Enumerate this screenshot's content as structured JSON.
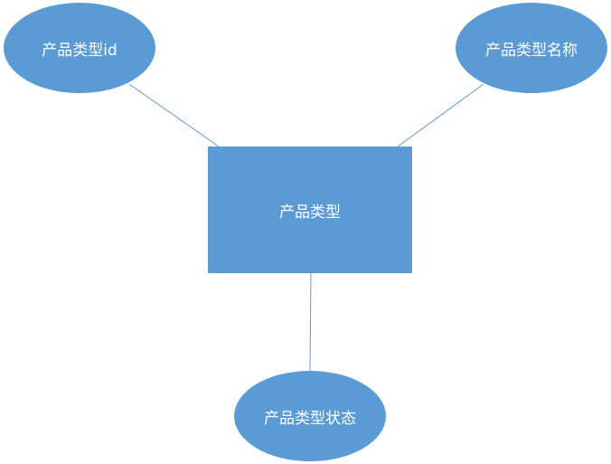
{
  "entity": {
    "label": "产品类型"
  },
  "attributes": [
    {
      "label": "产品类型id"
    },
    {
      "label": "产品类型名称"
    },
    {
      "label": "产品类型状态"
    }
  ],
  "colors": {
    "fill": "#5b9bd5",
    "line": "#5b9bd5",
    "text": "#ffffff"
  }
}
